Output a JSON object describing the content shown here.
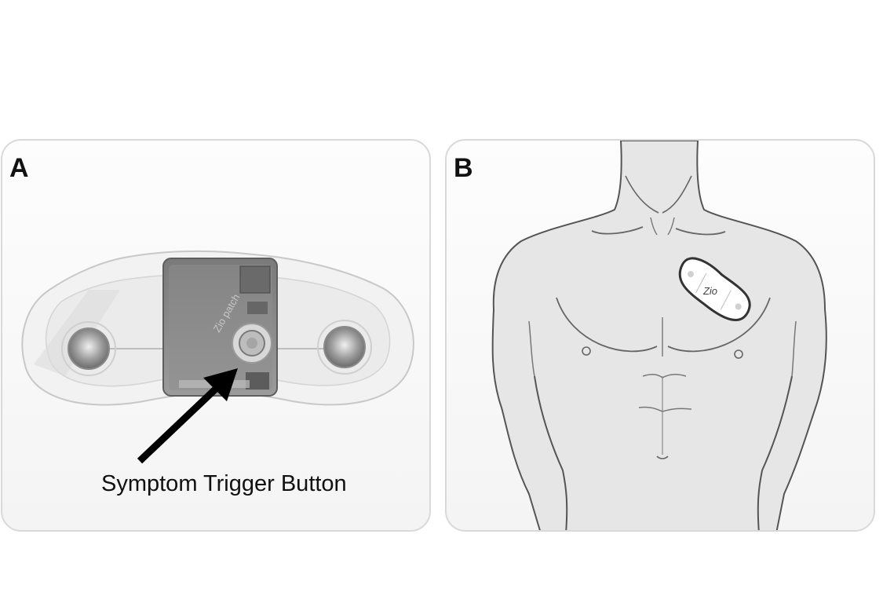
{
  "panels": [
    {
      "letter": "A",
      "callout": "Symptom Trigger Button",
      "device_brand": "Zio patch"
    },
    {
      "letter": "B",
      "patch_mark": "Zio"
    }
  ],
  "colors": {
    "background": "#ffffff",
    "panel_border": "#d9d9d9",
    "line_art": "#555555",
    "skin_fill": "#e6e6e6",
    "arrow": "#000000"
  }
}
